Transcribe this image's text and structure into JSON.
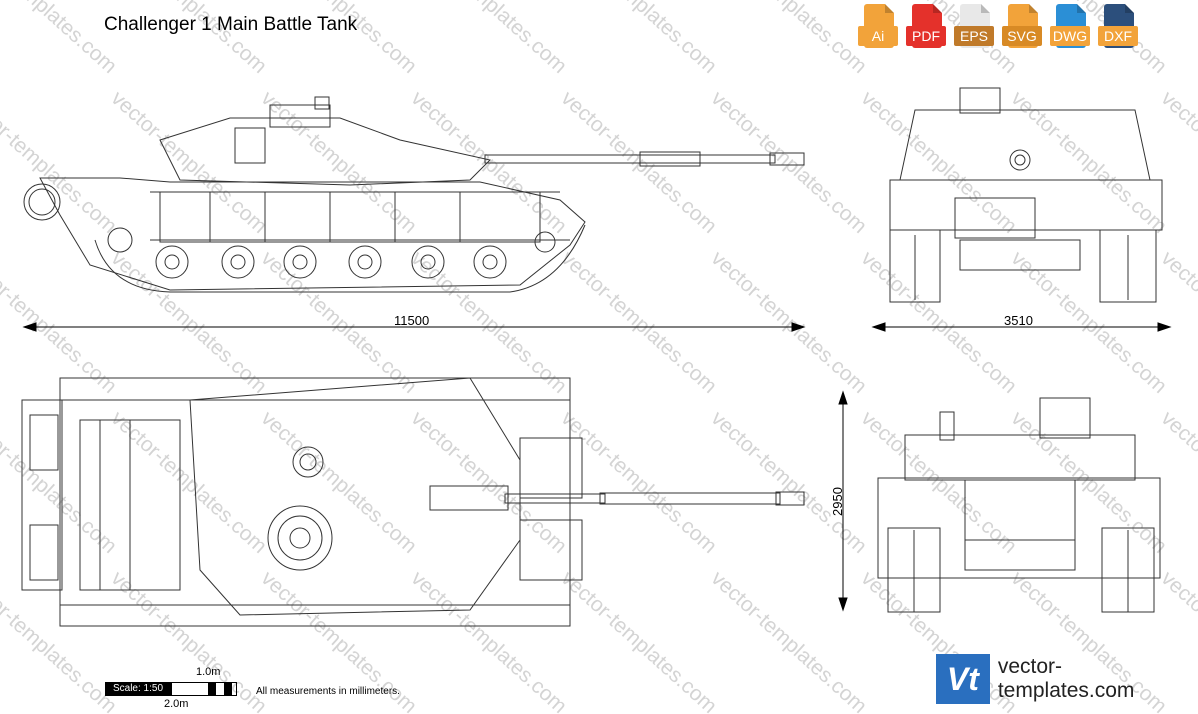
{
  "title": "Challenger 1 Main Battle Tank",
  "formats": [
    {
      "label": "Ai",
      "color": "#f2a33a"
    },
    {
      "label": "PDF",
      "color": "#e4312b"
    },
    {
      "label": "EPS",
      "color": "#e8e8e8",
      "label_bg": "#c07a2a"
    },
    {
      "label": "SVG",
      "color": "#f2a33a",
      "label_bg": "#d88a25"
    },
    {
      "label": "DWG",
      "color": "#2b8fd6",
      "label_bg": "#f2a33a"
    },
    {
      "label": "DXF",
      "color": "#2c4f7c",
      "label_bg": "#f2a33a"
    }
  ],
  "dimensions": {
    "length": "11500",
    "width": "3510",
    "height": "2950"
  },
  "scale": {
    "label": "Scale: 1:50",
    "one_m": "1.0m",
    "two_m": "2.0m"
  },
  "note": "All measurements in millimeters.",
  "watermark": "vector-templates.com",
  "brand": {
    "logo": "Vt",
    "name": "vector-templates.com"
  }
}
